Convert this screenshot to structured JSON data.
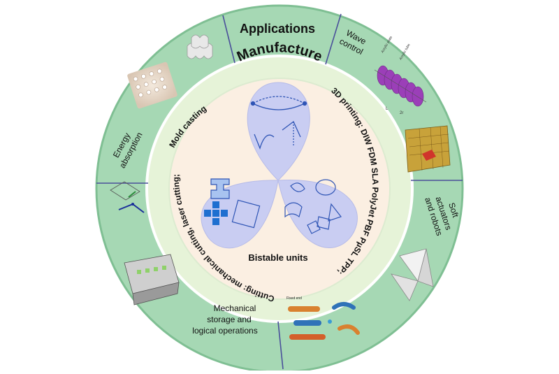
{
  "outer_ring": {
    "title": "Applications",
    "wave_control": [
      "Wave",
      "control"
    ],
    "energy_absorption": [
      "Energy",
      "absorption"
    ],
    "soft_robots": [
      "Soft",
      "actuators",
      "and robots"
    ],
    "mechanical_storage": [
      "Mechanical",
      "storage and",
      "logical operations"
    ]
  },
  "middle_ring": {
    "title": "Manufacture",
    "mold_casting": "Mold casting",
    "printing": "3D printing: DIW  FDM  SLA  PolyJet  PBF  PµSL  TPP;",
    "cutting": "Cutting: mechanical cutting, laser cutting;"
  },
  "center": {
    "title": "Bistable units"
  },
  "figure_labels": {
    "wave_plate_left": "Acrylic plate",
    "wave_plate_right": "Acrylic tube",
    "wave_dim_a": "L",
    "wave_dim_b": "2r",
    "robot_label": "Fixed end"
  },
  "colors": {
    "outer_ring": "#a6d8b4",
    "outer_ring_border": "#7fbf93",
    "middle_ring": "#e6f3d8",
    "center_bg": "#fbefe2",
    "lobe": "#c9cdf2",
    "divider": "#4a4f9a",
    "line_art": "#2f55b5",
    "accent_blue": "#1e6fd0"
  }
}
